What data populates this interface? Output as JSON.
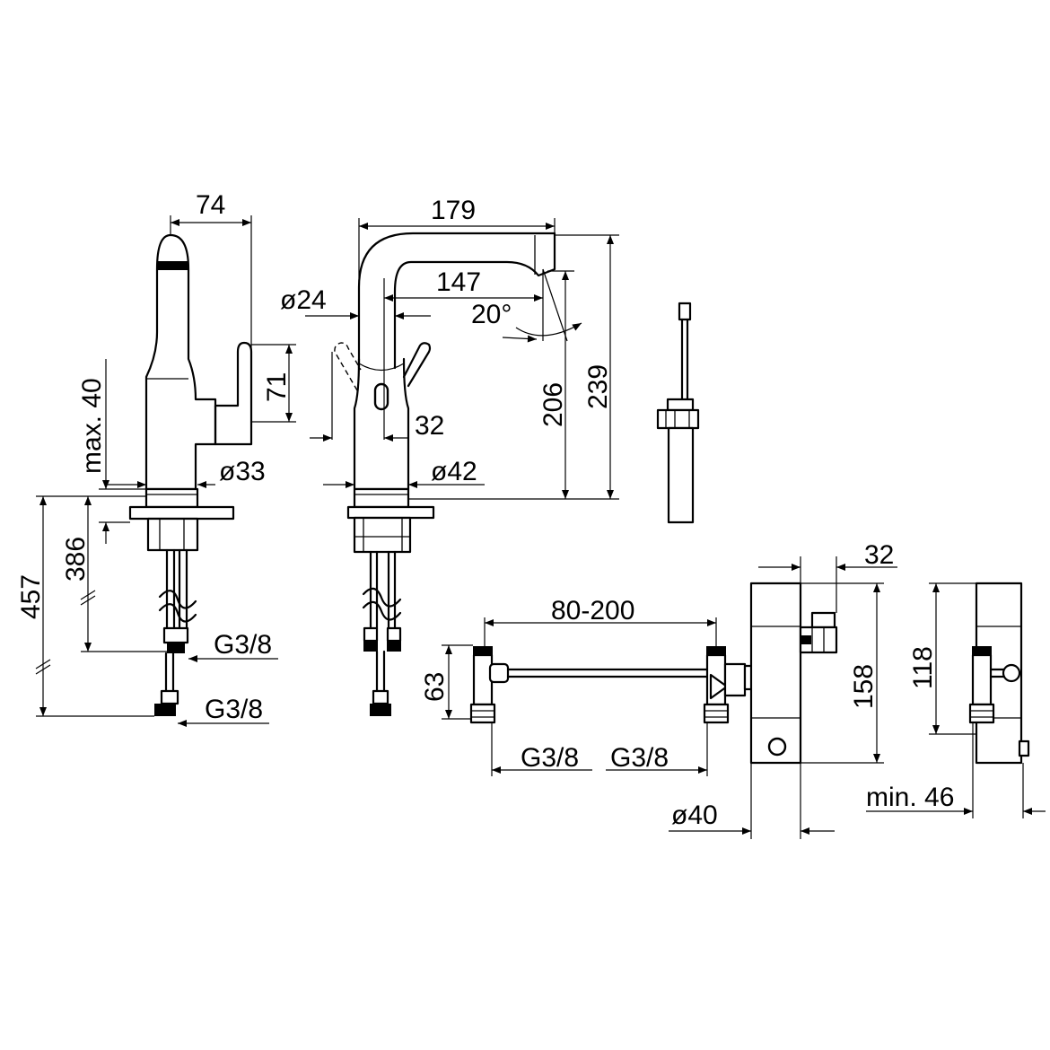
{
  "labels": {
    "w74": "74",
    "max40": "max. 40",
    "h71": "71",
    "d33": "ø33",
    "h386": "386",
    "h457": "457",
    "g38_a": "G3/8",
    "g38_b": "G3/8",
    "w179": "179",
    "w147": "147",
    "d24": "ø24",
    "a20": "20°",
    "w32_a": "32",
    "d42": "ø42",
    "h206": "206",
    "h239": "239",
    "w80_200": "80-200",
    "h63": "63",
    "g38_c": "G3/8",
    "g38_d": "G3/8",
    "w32_b": "32",
    "h158": "158",
    "d40": "ø40",
    "h118": "118",
    "min46": "min. 46"
  }
}
